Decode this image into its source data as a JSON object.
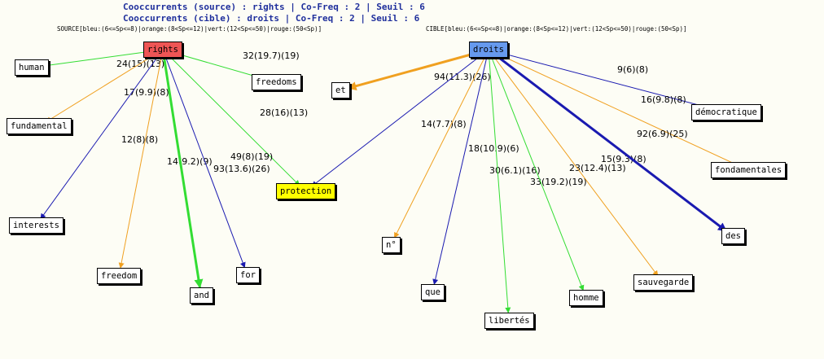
{
  "header": {
    "source_line": "Cooccurrents (source) : rights | Co-Freq : 2 | Seuil : 6",
    "target_line": "Cooccurrents (cible) : droits | Co-Freq : 2 | Seuil : 6",
    "source_legend": "SOURCE[bleu:(6<=Sp<=8)|orange:(8<Sp<=12)|vert:(12<Sp<=50)|rouge:(50<Sp)]",
    "target_legend": "CIBLE[bleu:(6<=Sp<=8)|orange:(8<Sp<=12)|vert:(12<Sp<=50)|rouge:(50<Sp)]"
  },
  "colors": {
    "bleu": "#1a1ab0",
    "orange": "#f0a020",
    "vert": "#33dd33",
    "rouge": "#ee5555",
    "center_source": "#ee5555",
    "center_target": "#6699ee",
    "highlight": "#ffff00"
  },
  "nodes": [
    {
      "id": "rights",
      "label": "rights",
      "fill": "rouge"
    },
    {
      "id": "droits",
      "label": "droits",
      "fill": "center_target"
    },
    {
      "id": "human",
      "label": "human"
    },
    {
      "id": "freedoms",
      "label": "freedoms"
    },
    {
      "id": "fundamental",
      "label": "fundamental"
    },
    {
      "id": "protection",
      "label": "protection",
      "fill": "highlight"
    },
    {
      "id": "interests",
      "label": "interests"
    },
    {
      "id": "freedom",
      "label": "freedom"
    },
    {
      "id": "and",
      "label": "and"
    },
    {
      "id": "for",
      "label": "for"
    },
    {
      "id": "et",
      "label": "et"
    },
    {
      "id": "democratique",
      "label": "démocratique"
    },
    {
      "id": "fondamentales",
      "label": "fondamentales"
    },
    {
      "id": "no",
      "label": "n°"
    },
    {
      "id": "que",
      "label": "que"
    },
    {
      "id": "libertes",
      "label": "libertés"
    },
    {
      "id": "homme",
      "label": "homme"
    },
    {
      "id": "sauvegarde",
      "label": "sauvegarde"
    },
    {
      "id": "des",
      "label": "des"
    }
  ],
  "edges": [
    {
      "from": "rights",
      "to": "human",
      "label": "24(15)(13)",
      "color": "vert",
      "weight": 1
    },
    {
      "from": "rights",
      "to": "freedoms",
      "label": "32(19.7)(19)",
      "color": "vert",
      "weight": 1
    },
    {
      "from": "rights",
      "to": "fundamental",
      "label": "17(9.9)(8)",
      "color": "orange",
      "weight": 1
    },
    {
      "from": "rights",
      "to": "protection",
      "label": "28(16)(13)",
      "color": "vert",
      "weight": 1
    },
    {
      "from": "rights",
      "to": "interests",
      "label": "12(8)(8)",
      "color": "bleu",
      "weight": 1
    },
    {
      "from": "rights",
      "to": "freedom",
      "label": "14(9.2)(9)",
      "color": "orange",
      "weight": 1
    },
    {
      "from": "rights",
      "to": "and",
      "label": "93(13.6)(26)",
      "color": "vert",
      "weight": 3
    },
    {
      "from": "rights",
      "to": "for",
      "label": "49(8)(19)",
      "color": "bleu",
      "weight": 1
    },
    {
      "from": "droits",
      "to": "et",
      "label": "94(11.3)(26)",
      "color": "orange",
      "weight": 3
    },
    {
      "from": "droits",
      "to": "democratique",
      "label": "9(6)(8)",
      "color": "bleu",
      "weight": 1
    },
    {
      "from": "droits",
      "to": "fondamentales",
      "label": "16(9.8)(8)",
      "color": "orange",
      "weight": 1
    },
    {
      "from": "droits",
      "to": "protection",
      "label": "14(7.7)(8)",
      "color": "bleu",
      "weight": 1
    },
    {
      "from": "droits",
      "to": "no",
      "label": "18(10.9)(6)",
      "color": "orange",
      "weight": 1
    },
    {
      "from": "droits",
      "to": "que",
      "label": "30(6.1)(16)",
      "color": "bleu",
      "weight": 1
    },
    {
      "from": "droits",
      "to": "libertes",
      "label": "33(19.2)(19)",
      "color": "vert",
      "weight": 1
    },
    {
      "from": "droits",
      "to": "homme",
      "label": "23(12.4)(13)",
      "color": "vert",
      "weight": 1
    },
    {
      "from": "droits",
      "to": "sauvegarde",
      "label": "15(9.3)(8)",
      "color": "orange",
      "weight": 1
    },
    {
      "from": "droits",
      "to": "des",
      "label": "92(6.9)(25)",
      "color": "bleu",
      "weight": 3
    }
  ]
}
